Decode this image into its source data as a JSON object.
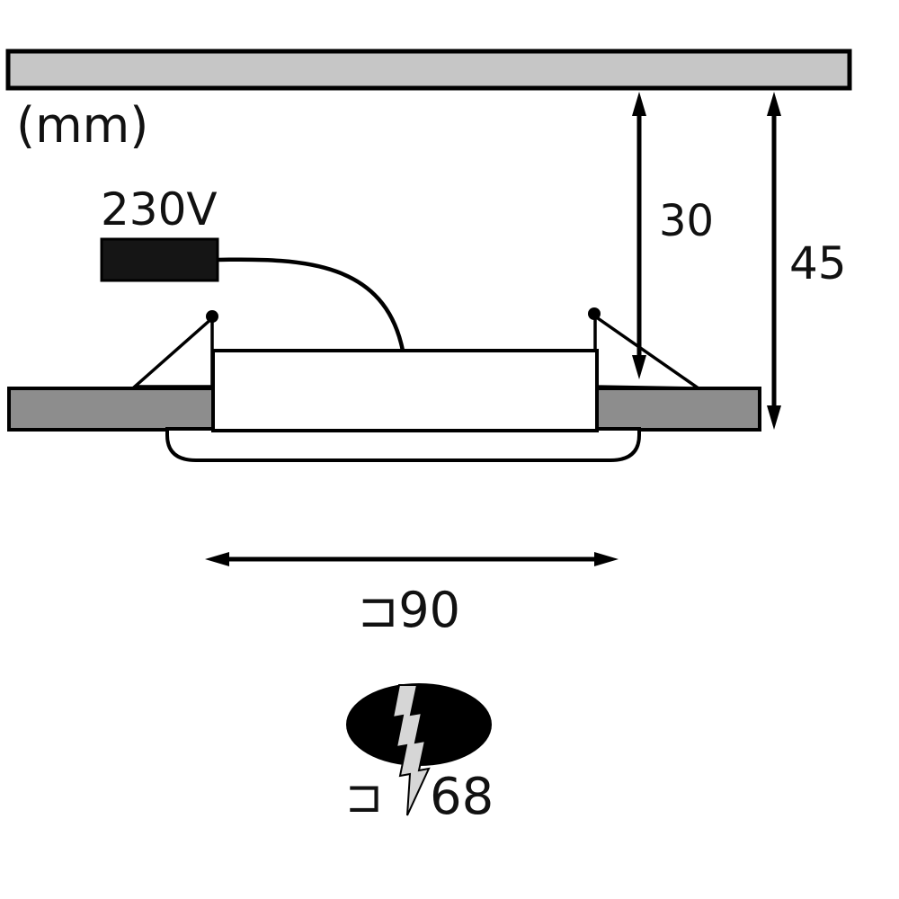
{
  "labels": {
    "unit": "(mm)",
    "voltage": "230V"
  },
  "dimensions": {
    "recess_depth": "30",
    "total_depth": "45",
    "outer_diameter": "⊐90",
    "cutout_symbol": "⊐",
    "cutout_value": "68"
  },
  "colors": {
    "line": "#000000",
    "ceiling_fill": "#c6c6c6",
    "flange_left_fill": "#8d8d8d",
    "flange_right_fill": "#8d8d8d",
    "connector_fill": "#151515",
    "bolt_fill": "#d6d6d6",
    "background": "#ffffff"
  }
}
